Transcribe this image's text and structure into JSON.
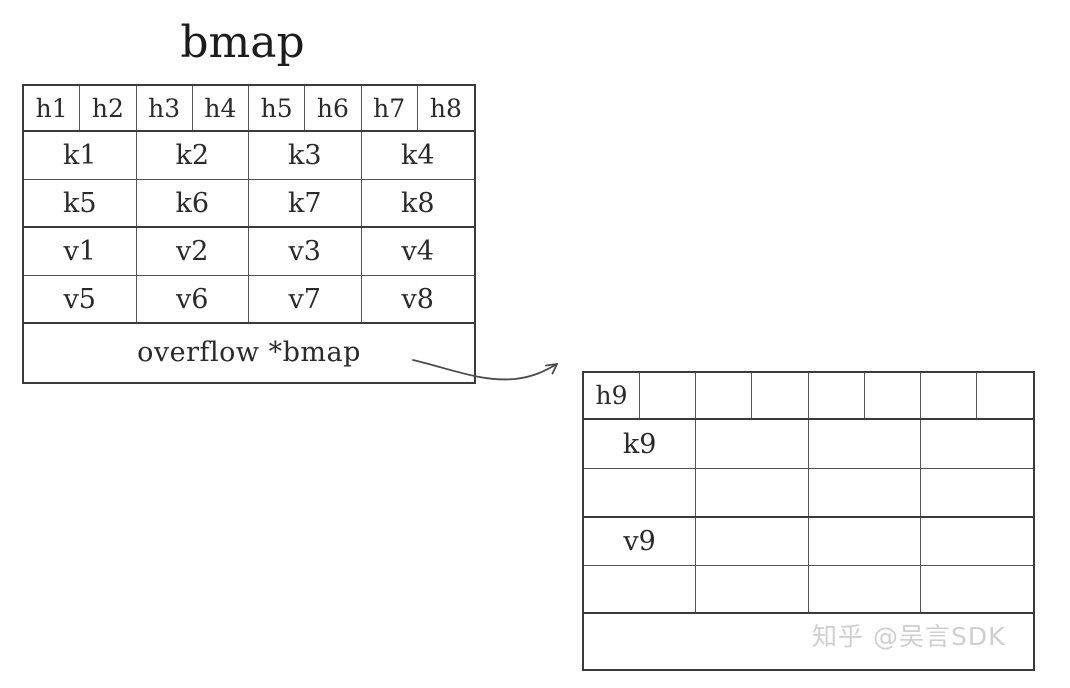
{
  "diagram": {
    "title": "bmap",
    "bucket": {
      "name": "bmap-bucket",
      "tophash_row": {
        "label": "tophash-row",
        "cells": [
          "h1",
          "h2",
          "h3",
          "h4",
          "h5",
          "h6",
          "h7",
          "h8"
        ]
      },
      "key_rows": [
        {
          "label": "keys-row-1",
          "cells": [
            "k1",
            "k2",
            "k3",
            "k4"
          ]
        },
        {
          "label": "keys-row-2",
          "cells": [
            "k5",
            "k6",
            "k7",
            "k8"
          ]
        }
      ],
      "value_rows": [
        {
          "label": "values-row-1",
          "cells": [
            "v1",
            "v2",
            "v3",
            "v4"
          ]
        },
        {
          "label": "values-row-2",
          "cells": [
            "v5",
            "v6",
            "v7",
            "v8"
          ]
        }
      ],
      "overflow_row": {
        "label": "overflow-row",
        "text": "overflow  *bmap"
      }
    },
    "overflow_bucket": {
      "name": "overflow-bmap-bucket",
      "tophash_row": {
        "label": "tophash-row",
        "cells": [
          "h9",
          "",
          "",
          "",
          "",
          "",
          "",
          ""
        ]
      },
      "key_rows": [
        {
          "label": "keys-row-1",
          "cells": [
            "k9",
            "",
            "",
            ""
          ]
        },
        {
          "label": "keys-row-2",
          "cells": [
            "",
            "",
            "",
            ""
          ]
        }
      ],
      "value_rows": [
        {
          "label": "values-row-1",
          "cells": [
            "v9",
            "",
            "",
            ""
          ]
        },
        {
          "label": "values-row-2",
          "cells": [
            "",
            "",
            "",
            ""
          ]
        }
      ],
      "overflow_row": {
        "label": "overflow-row",
        "text": ""
      }
    },
    "connector": {
      "name": "overflow-pointer-arrow",
      "from": "overflow *bmap field",
      "to": "overflow bucket"
    },
    "watermark": "知乎 @吴言SDK",
    "colors": {
      "stroke": "#3a3a3a",
      "inner_stroke": "#555555",
      "text": "#2a2a2a",
      "background": "#ffffff",
      "watermark": "#cfcfcf"
    }
  }
}
